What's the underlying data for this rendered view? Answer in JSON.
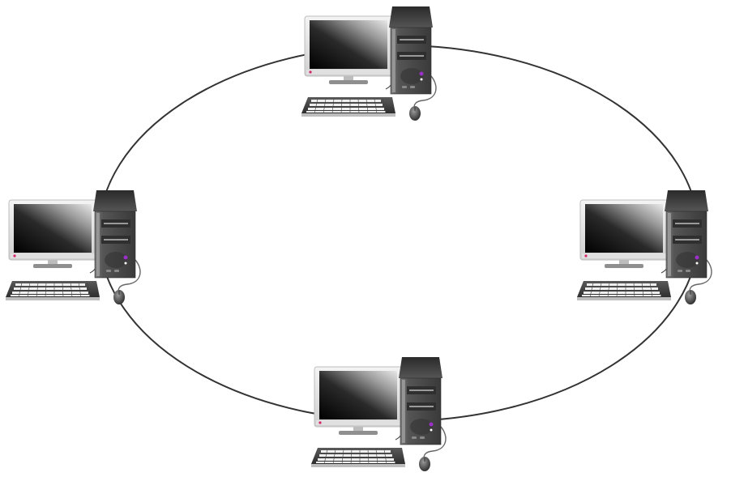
{
  "diagram": {
    "type": "ring-network-topology",
    "connection_line_color": "#333333",
    "nodes": [
      {
        "id": "computer-top",
        "icon": "desktop-computer-icon",
        "position": "top"
      },
      {
        "id": "computer-right",
        "icon": "desktop-computer-icon",
        "position": "right"
      },
      {
        "id": "computer-bottom",
        "icon": "desktop-computer-icon",
        "position": "bottom"
      },
      {
        "id": "computer-left",
        "icon": "desktop-computer-icon",
        "position": "left"
      }
    ],
    "links": [
      {
        "from": "computer-top",
        "to": "computer-right"
      },
      {
        "from": "computer-right",
        "to": "computer-bottom"
      },
      {
        "from": "computer-bottom",
        "to": "computer-left"
      },
      {
        "from": "computer-left",
        "to": "computer-top"
      }
    ],
    "colors": {
      "monitor_frame": "#e6e6e6",
      "screen_dark": "#1a1a1a",
      "tower_body": "#444444",
      "tower_top": "#333333",
      "keyboard": "#4a4a4a",
      "power_led": "#9b30c8",
      "monitor_led": "#d8256a"
    }
  }
}
